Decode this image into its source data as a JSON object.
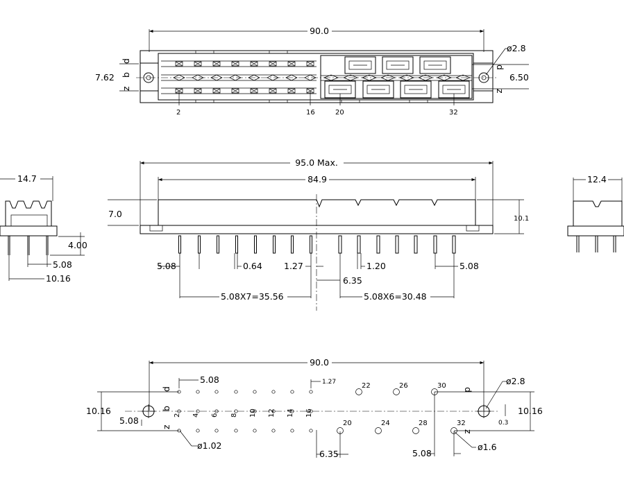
{
  "top_view": {
    "overall_width": "90.0",
    "row_pitch": "7.62",
    "row_distance": "6.50",
    "hole_dia": "ø2.8",
    "row_d": "d",
    "row_b": "b",
    "row_z": "z",
    "pin_2": "2",
    "pin_16": "16",
    "pin_20": "20",
    "pin_32": "32"
  },
  "side_view": {
    "max_length": "95.0  Max.",
    "body_length": "84.9",
    "body_height": "7.0",
    "total_height": "10.1",
    "pitch_left": "5.08",
    "pin_width": "0.64",
    "pin_offset": "1.27",
    "power_pin_width": "1.20",
    "pitch_right": "5.08",
    "center_offset": "6.35",
    "span_left": "5.08X7=35.56",
    "span_right": "5.08X6=30.48"
  },
  "left_view": {
    "width": "14.7",
    "pin_length": "4.00",
    "pin_pitch": "5.08",
    "pin_span": "10.16"
  },
  "right_view": {
    "width": "12.4"
  },
  "footprint": {
    "overall_width": "90.0",
    "row_pitch": "5.08",
    "offset_127": "1.27",
    "left_span": "10.16",
    "left_offset": "5.08",
    "right_span": "10.16",
    "right_offset": "0.3",
    "hole_mount": "ø2.8",
    "hole_signal": "ø1.02",
    "hole_power": "ø1.6",
    "bottom_offset": "6.35",
    "bottom_pitch": "5.08",
    "row_d": "d",
    "row_b": "b",
    "row_z": "z",
    "row_d_r": "d",
    "row_z_r": "z",
    "pins_signal": [
      "2",
      "4",
      "6",
      "8",
      "10",
      "12",
      "14",
      "16"
    ],
    "pins_power_top": [
      "22",
      "26",
      "30"
    ],
    "pins_power_bottom": [
      "20",
      "24",
      "28",
      "32"
    ]
  }
}
